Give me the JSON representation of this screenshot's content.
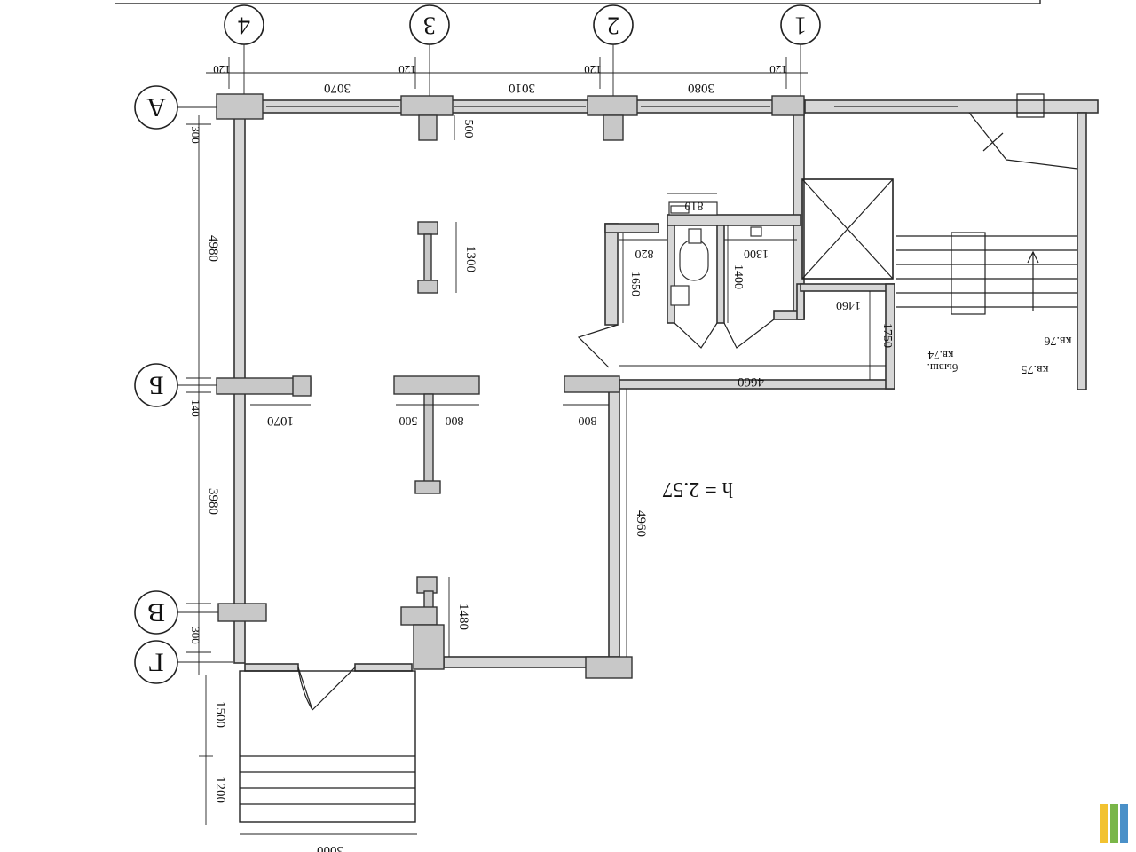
{
  "axes": {
    "columns": [
      "1",
      "2",
      "3",
      "4"
    ],
    "rows": [
      "А",
      "Б",
      "В",
      "Г"
    ]
  },
  "dimensions": {
    "top_spans": [
      "3080",
      "3010",
      "3070"
    ],
    "top_offsets": [
      "120",
      "120",
      "120",
      "120"
    ],
    "left_spans": [
      "4980",
      "3980"
    ],
    "left_offsets": [
      "300",
      "140",
      "300"
    ],
    "column_500": "500",
    "column_1300": "1300",
    "column_1480": "1480",
    "mid_1070": "1070",
    "mid_500": "500",
    "mid_800a": "800",
    "mid_800b": "800",
    "right_4960": "4960",
    "corridor_4660": "4660",
    "corridor_1750": "1750",
    "corridor_1460": "1460",
    "wc_810": "810",
    "wc_820": "820",
    "wc_1300": "1300",
    "wc_1650": "1650",
    "wc_1400": "1400",
    "porch_1500": "1500",
    "porch_1200": "1200",
    "porch_3000": "3000"
  },
  "labels": {
    "height": "h = 2.57",
    "apt_76": "кв.76",
    "apt_74": "кв.74",
    "apt_75": "кв.75",
    "former": "бывш."
  },
  "watermark_colors": [
    "#f2c230",
    "#7ab648",
    "#4a90c8"
  ]
}
